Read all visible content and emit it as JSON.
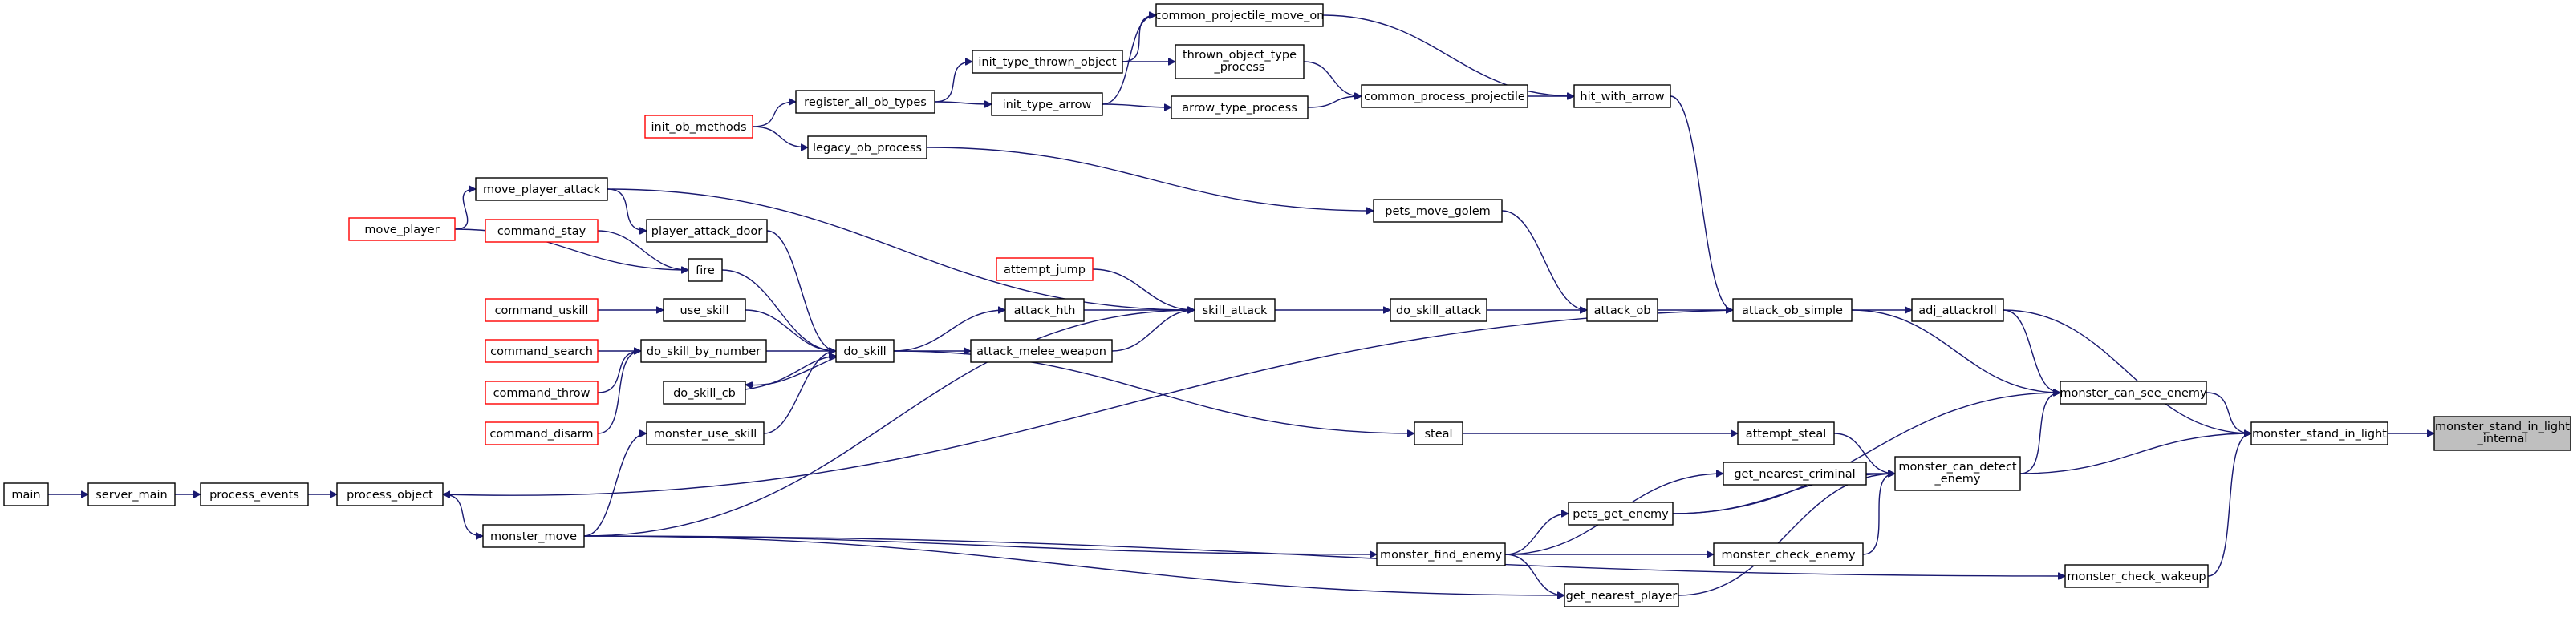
{
  "graph": {
    "title": "",
    "nodes": [
      {
        "id": "common_projectile_move_on",
        "lines": [
          "common_projectile_move_on"
        ],
        "status": "normal"
      },
      {
        "id": "init_type_thrown_object",
        "lines": [
          "init_type_thrown_object"
        ],
        "status": "normal"
      },
      {
        "id": "thrown_object_type_process",
        "lines": [
          "thrown_object_type",
          "_process"
        ],
        "status": "normal"
      },
      {
        "id": "register_all_ob_types",
        "lines": [
          "register_all_ob_types"
        ],
        "status": "normal"
      },
      {
        "id": "init_type_arrow",
        "lines": [
          "init_type_arrow"
        ],
        "status": "normal"
      },
      {
        "id": "common_process_projectile",
        "lines": [
          "common_process_projectile"
        ],
        "status": "normal"
      },
      {
        "id": "hit_with_arrow",
        "lines": [
          "hit_with_arrow"
        ],
        "status": "normal"
      },
      {
        "id": "arrow_type_process",
        "lines": [
          "arrow_type_process"
        ],
        "status": "normal"
      },
      {
        "id": "init_ob_methods",
        "lines": [
          "init_ob_methods"
        ],
        "status": "unresolved"
      },
      {
        "id": "legacy_ob_process",
        "lines": [
          "legacy_ob_process"
        ],
        "status": "normal"
      },
      {
        "id": "move_player_attack",
        "lines": [
          "move_player_attack"
        ],
        "status": "normal"
      },
      {
        "id": "command_stay",
        "lines": [
          "command_stay"
        ],
        "status": "unresolved"
      },
      {
        "id": "player_attack_door",
        "lines": [
          "player_attack_door"
        ],
        "status": "normal"
      },
      {
        "id": "pets_move_golem",
        "lines": [
          "pets_move_golem"
        ],
        "status": "normal"
      },
      {
        "id": "move_player",
        "lines": [
          "move_player"
        ],
        "status": "unresolved"
      },
      {
        "id": "fire",
        "lines": [
          "fire"
        ],
        "status": "normal"
      },
      {
        "id": "attempt_jump",
        "lines": [
          "attempt_jump"
        ],
        "status": "unresolved"
      },
      {
        "id": "command_uskill",
        "lines": [
          "command_uskill"
        ],
        "status": "unresolved"
      },
      {
        "id": "use_skill",
        "lines": [
          "use_skill"
        ],
        "status": "normal"
      },
      {
        "id": "attack_hth",
        "lines": [
          "attack_hth"
        ],
        "status": "normal"
      },
      {
        "id": "skill_attack",
        "lines": [
          "skill_attack"
        ],
        "status": "normal"
      },
      {
        "id": "do_skill_attack",
        "lines": [
          "do_skill_attack"
        ],
        "status": "normal"
      },
      {
        "id": "attack_ob",
        "lines": [
          "attack_ob"
        ],
        "status": "normal"
      },
      {
        "id": "attack_ob_simple",
        "lines": [
          "attack_ob_simple"
        ],
        "status": "normal"
      },
      {
        "id": "adj_attackroll",
        "lines": [
          "adj_attackroll"
        ],
        "status": "normal"
      },
      {
        "id": "command_search",
        "lines": [
          "command_search"
        ],
        "status": "unresolved"
      },
      {
        "id": "do_skill_by_number",
        "lines": [
          "do_skill_by_number"
        ],
        "status": "normal"
      },
      {
        "id": "do_skill",
        "lines": [
          "do_skill"
        ],
        "status": "normal"
      },
      {
        "id": "attack_melee_weapon",
        "lines": [
          "attack_melee_weapon"
        ],
        "status": "normal"
      },
      {
        "id": "command_throw",
        "lines": [
          "command_throw"
        ],
        "status": "unresolved"
      },
      {
        "id": "do_skill_cb",
        "lines": [
          "do_skill_cb"
        ],
        "status": "normal"
      },
      {
        "id": "monster_can_see_enemy",
        "lines": [
          "monster_can_see_enemy"
        ],
        "status": "normal"
      },
      {
        "id": "monster_stand_in_light",
        "lines": [
          "monster_stand_in_light"
        ],
        "status": "normal"
      },
      {
        "id": "monster_stand_in_light_internal",
        "lines": [
          "monster_stand_in_light",
          "_internal"
        ],
        "status": "current"
      },
      {
        "id": "command_disarm",
        "lines": [
          "command_disarm"
        ],
        "status": "unresolved"
      },
      {
        "id": "monster_use_skill",
        "lines": [
          "monster_use_skill"
        ],
        "status": "normal"
      },
      {
        "id": "steal",
        "lines": [
          "steal"
        ],
        "status": "normal"
      },
      {
        "id": "attempt_steal",
        "lines": [
          "attempt_steal"
        ],
        "status": "normal"
      },
      {
        "id": "monster_can_detect_enemy",
        "lines": [
          "monster_can_detect",
          "_enemy"
        ],
        "status": "normal"
      },
      {
        "id": "get_nearest_criminal",
        "lines": [
          "get_nearest_criminal"
        ],
        "status": "normal"
      },
      {
        "id": "main",
        "lines": [
          "main"
        ],
        "status": "normal"
      },
      {
        "id": "server_main",
        "lines": [
          "server_main"
        ],
        "status": "normal"
      },
      {
        "id": "process_events",
        "lines": [
          "process_events"
        ],
        "status": "normal"
      },
      {
        "id": "process_object",
        "lines": [
          "process_object"
        ],
        "status": "normal"
      },
      {
        "id": "pets_get_enemy",
        "lines": [
          "pets_get_enemy"
        ],
        "status": "normal"
      },
      {
        "id": "monster_move",
        "lines": [
          "monster_move"
        ],
        "status": "normal"
      },
      {
        "id": "monster_find_enemy",
        "lines": [
          "monster_find_enemy"
        ],
        "status": "normal"
      },
      {
        "id": "monster_check_enemy",
        "lines": [
          "monster_check_enemy"
        ],
        "status": "normal"
      },
      {
        "id": "monster_check_wakeup",
        "lines": [
          "monster_check_wakeup"
        ],
        "status": "normal"
      },
      {
        "id": "get_nearest_player",
        "lines": [
          "get_nearest_player"
        ],
        "status": "normal"
      }
    ],
    "edges": [
      [
        "init_type_arrow",
        "common_projectile_move_on"
      ],
      [
        "common_projectile_move_on",
        "hit_with_arrow"
      ],
      [
        "register_all_ob_types",
        "init_type_thrown_object"
      ],
      [
        "init_type_thrown_object",
        "thrown_object_type_process"
      ],
      [
        "init_type_thrown_object",
        "common_projectile_move_on"
      ],
      [
        "init_ob_methods",
        "register_all_ob_types"
      ],
      [
        "register_all_ob_types",
        "init_type_arrow"
      ],
      [
        "init_type_arrow",
        "arrow_type_process"
      ],
      [
        "thrown_object_type_process",
        "common_process_projectile"
      ],
      [
        "arrow_type_process",
        "common_process_projectile"
      ],
      [
        "common_process_projectile",
        "hit_with_arrow"
      ],
      [
        "init_ob_methods",
        "legacy_ob_process"
      ],
      [
        "legacy_ob_process",
        "pets_move_golem"
      ],
      [
        "move_player",
        "move_player_attack"
      ],
      [
        "move_player_attack",
        "player_attack_door"
      ],
      [
        "move_player_attack",
        "skill_attack"
      ],
      [
        "move_player",
        "fire"
      ],
      [
        "command_stay",
        "fire"
      ],
      [
        "fire",
        "do_skill"
      ],
      [
        "player_attack_door",
        "do_skill"
      ],
      [
        "command_uskill",
        "use_skill"
      ],
      [
        "use_skill",
        "do_skill"
      ],
      [
        "command_search",
        "do_skill_by_number"
      ],
      [
        "command_throw",
        "do_skill_by_number"
      ],
      [
        "command_disarm",
        "do_skill_by_number"
      ],
      [
        "do_skill_by_number",
        "do_skill"
      ],
      [
        "do_skill",
        "do_skill_cb"
      ],
      [
        "do_skill_cb",
        "do_skill"
      ],
      [
        "monster_use_skill",
        "do_skill"
      ],
      [
        "do_skill",
        "attack_hth"
      ],
      [
        "do_skill",
        "attack_melee_weapon"
      ],
      [
        "attempt_jump",
        "skill_attack"
      ],
      [
        "attack_hth",
        "skill_attack"
      ],
      [
        "attack_melee_weapon",
        "skill_attack"
      ],
      [
        "monster_move",
        "skill_attack"
      ],
      [
        "skill_attack",
        "do_skill_attack"
      ],
      [
        "do_skill_attack",
        "attack_ob"
      ],
      [
        "pets_move_golem",
        "attack_ob"
      ],
      [
        "attack_ob",
        "attack_ob_simple"
      ],
      [
        "hit_with_arrow",
        "attack_ob_simple"
      ],
      [
        "attack_ob_simple",
        "adj_attackroll"
      ],
      [
        "attack_ob_simple",
        "process_object"
      ],
      [
        "do_skill",
        "steal"
      ],
      [
        "steal",
        "attempt_steal"
      ],
      [
        "attack_ob_simple",
        "monster_can_see_enemy"
      ],
      [
        "adj_attackroll",
        "monster_can_see_enemy"
      ],
      [
        "adj_attackroll",
        "monster_stand_in_light"
      ],
      [
        "monster_can_see_enemy",
        "monster_stand_in_light"
      ],
      [
        "monster_stand_in_light",
        "monster_stand_in_light_internal"
      ],
      [
        "attempt_steal",
        "monster_can_detect_enemy"
      ],
      [
        "monster_can_detect_enemy",
        "monster_can_see_enemy"
      ],
      [
        "monster_can_detect_enemy",
        "monster_stand_in_light"
      ],
      [
        "get_nearest_criminal",
        "monster_can_detect_enemy"
      ],
      [
        "pets_get_enemy",
        "monster_can_detect_enemy"
      ],
      [
        "pets_get_enemy",
        "monster_can_see_enemy"
      ],
      [
        "monster_check_enemy",
        "monster_can_detect_enemy"
      ],
      [
        "get_nearest_player",
        "monster_can_detect_enemy"
      ],
      [
        "main",
        "server_main"
      ],
      [
        "server_main",
        "process_events"
      ],
      [
        "process_events",
        "process_object"
      ],
      [
        "process_object",
        "monster_move"
      ],
      [
        "monster_move",
        "monster_use_skill"
      ],
      [
        "monster_move",
        "monster_find_enemy"
      ],
      [
        "monster_find_enemy",
        "pets_get_enemy"
      ],
      [
        "monster_find_enemy",
        "monster_check_enemy"
      ],
      [
        "monster_find_enemy",
        "get_nearest_criminal"
      ],
      [
        "monster_move",
        "get_nearest_player"
      ],
      [
        "monster_find_enemy",
        "get_nearest_player"
      ],
      [
        "monster_check_wakeup",
        "monster_stand_in_light"
      ],
      [
        "monster_move",
        "monster_check_wakeup"
      ]
    ]
  }
}
